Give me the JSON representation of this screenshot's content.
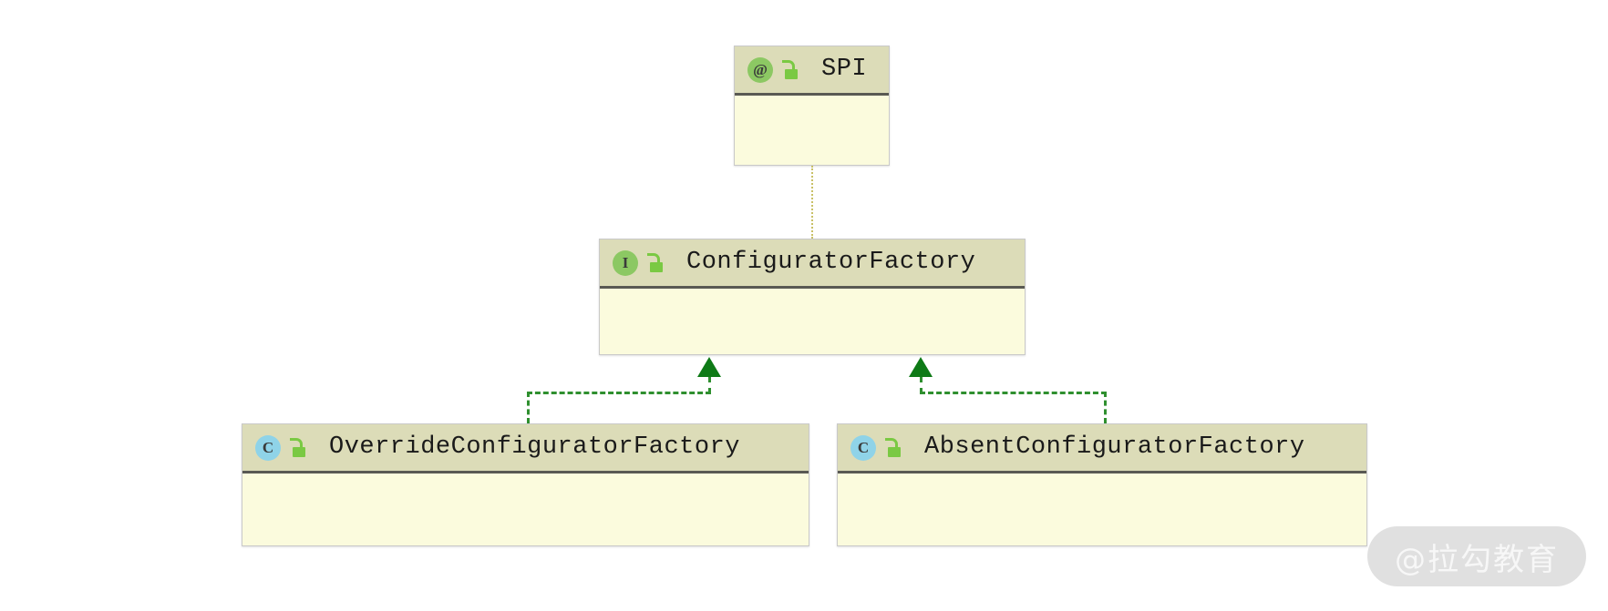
{
  "diagram": {
    "type": "uml-class-diagram",
    "background_color": "#ffffff",
    "nodes": [
      {
        "id": "spi",
        "name": "SPI",
        "stereotype": "annotation",
        "kind_glyph": "@",
        "visibility": "public",
        "visibility_icon": "unlock-icon",
        "icon_color": "#8cc863",
        "header_color": "#dcdcb8",
        "body_color": "#fbfbdd",
        "members": []
      },
      {
        "id": "configurator-factory",
        "name": "ConfiguratorFactory",
        "stereotype": "interface",
        "kind_glyph": "I",
        "visibility": "public",
        "visibility_icon": "unlock-icon",
        "icon_color": "#8cc863",
        "header_color": "#dcdcb8",
        "body_color": "#fbfbdd",
        "members": []
      },
      {
        "id": "override-configurator-factory",
        "name": "OverrideConfiguratorFactory",
        "stereotype": "class",
        "kind_glyph": "C",
        "visibility": "public",
        "visibility_icon": "unlock-icon",
        "icon_color": "#8fd3e8",
        "header_color": "#dcdcb8",
        "body_color": "#fbfbdd",
        "members": []
      },
      {
        "id": "absent-configurator-factory",
        "name": "AbsentConfiguratorFactory",
        "stereotype": "class",
        "kind_glyph": "C",
        "visibility": "public",
        "visibility_icon": "unlock-icon",
        "icon_color": "#8fd3e8",
        "header_color": "#dcdcb8",
        "body_color": "#fbfbdd",
        "members": []
      }
    ],
    "edges": [
      {
        "id": "edge-annotation",
        "from": "spi",
        "to": "configurator-factory",
        "style": "dotted",
        "color": "#c9c066",
        "arrow": "none",
        "relation": "annotated-by"
      },
      {
        "id": "edge-realize-override",
        "from": "override-configurator-factory",
        "to": "configurator-factory",
        "style": "dashed",
        "color": "#2f8f2f",
        "arrow": "solid-triangle",
        "relation": "realization"
      },
      {
        "id": "edge-realize-absent",
        "from": "absent-configurator-factory",
        "to": "configurator-factory",
        "style": "dashed",
        "color": "#2f8f2f",
        "arrow": "solid-triangle",
        "relation": "realization"
      }
    ]
  },
  "watermark": {
    "text": "@拉勾教育"
  }
}
